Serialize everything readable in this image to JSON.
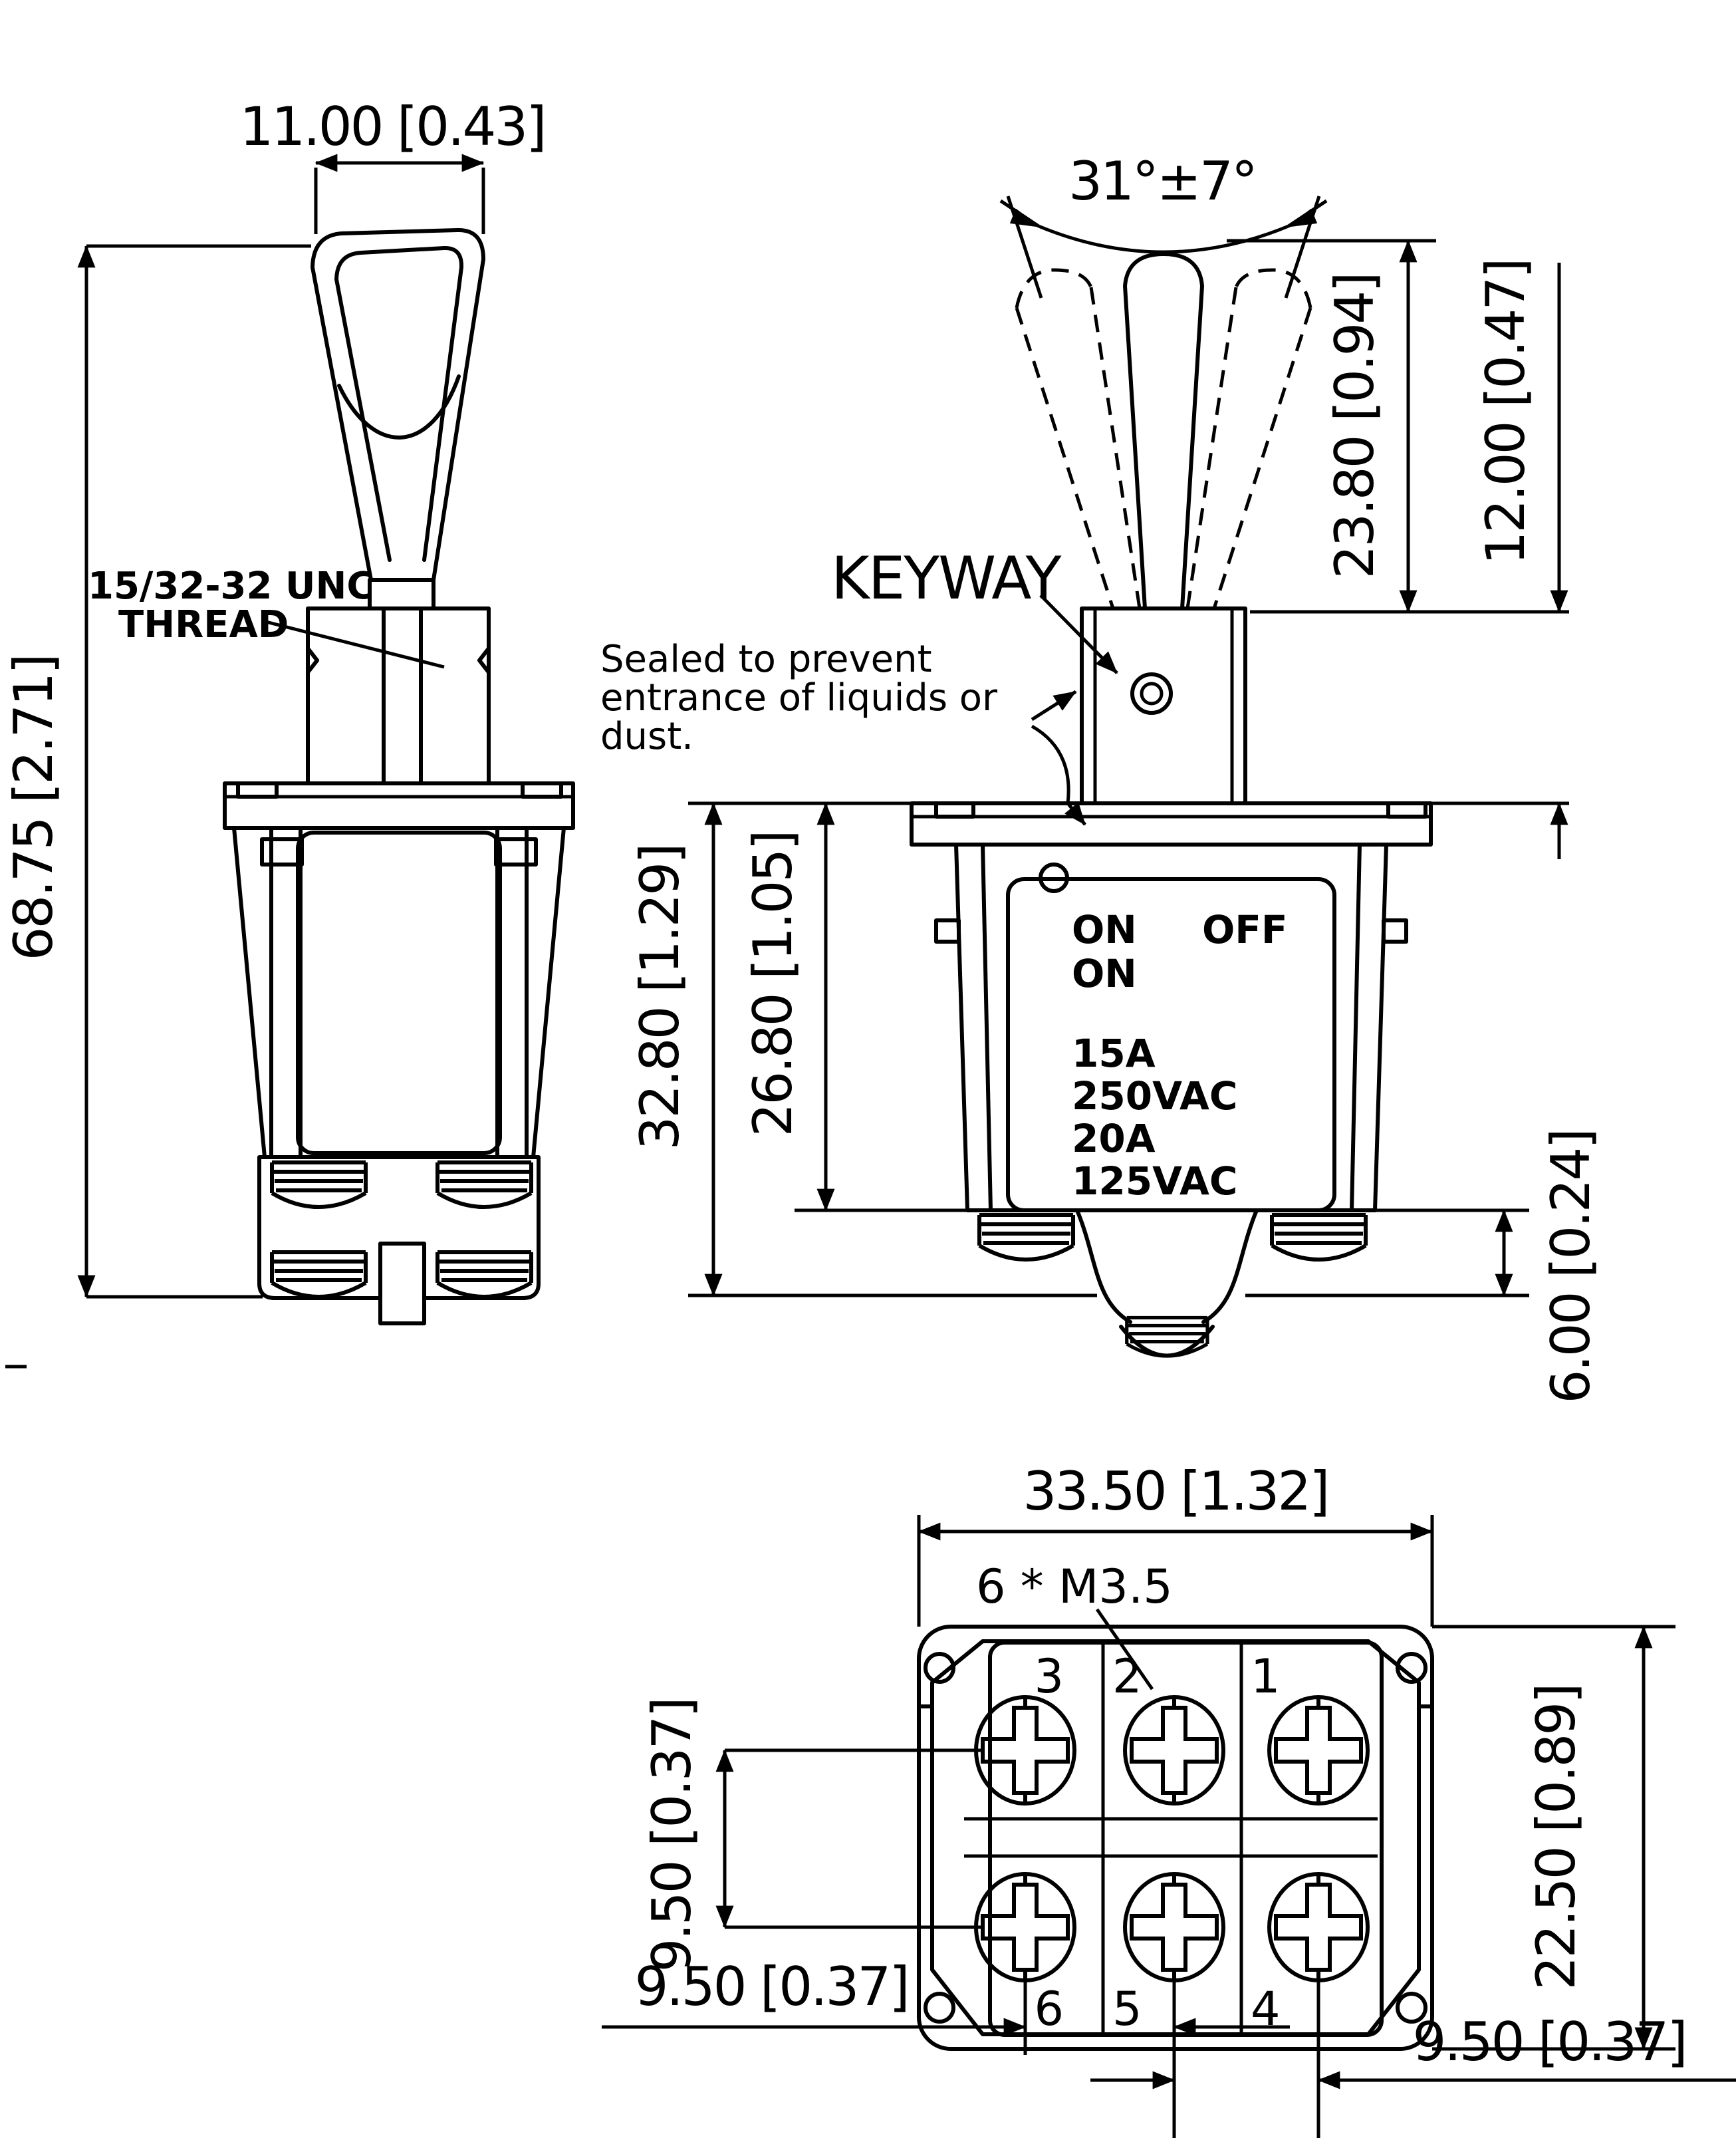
{
  "colors": {
    "ink": "#000000",
    "paper": "#ffffff"
  },
  "side_view": {
    "width_dim": "11.00 [0.43]",
    "height_dim": "68.75 [2.71]",
    "thread_note": [
      "15/32-32 UNC",
      "THREAD"
    ]
  },
  "front_view": {
    "angle_dim": "31°±7°",
    "keyway_label": "KEYWAY",
    "seal_note": [
      "Sealed to prevent",
      "entrance of liquids or",
      "dust."
    ],
    "lever_dim": "23.80 [0.94]",
    "bushing_dim": "12.00 [0.47]",
    "overall_depth_dim": "32.80 [1.29]",
    "case_depth_dim": "26.80 [1.05]",
    "terminal_depth_dim": "6.00 [0.24]",
    "markings": {
      "on1": "ON",
      "on2": "ON",
      "off": "OFF",
      "ratings": [
        "15A",
        "250VAC",
        "20A",
        "125VAC"
      ]
    }
  },
  "bottom_view": {
    "width_dim": "33.50 [1.32]",
    "height_dim": "22.50 [0.89]",
    "screw_spec": "6 * M3.5",
    "row_pitch_dim": "9.50 [0.37]",
    "col_pitch_dim1": "9.50 [0.37]",
    "col_pitch_dim2": "9.50 [0.37]",
    "terminal_numbers": [
      "3",
      "2",
      "1",
      "6",
      "5",
      "4"
    ]
  }
}
